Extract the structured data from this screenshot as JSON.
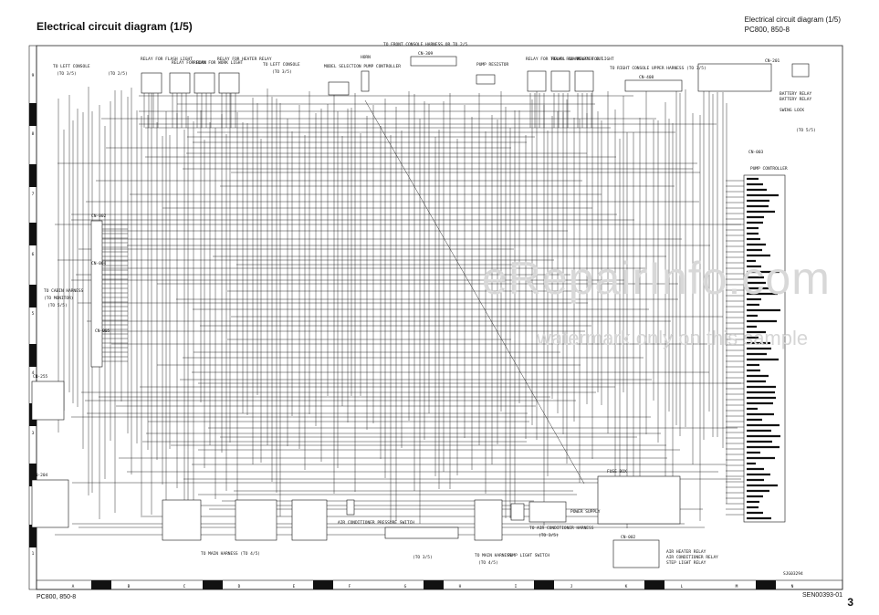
{
  "header": {
    "title": "Electrical circuit diagram (1/5)",
    "right_title": "Electrical circuit diagram (1/5)",
    "right_model": "PC800, 850-8"
  },
  "footer": {
    "model": "PC800, 850-8",
    "code": "SEN00393-01",
    "page": "3",
    "drawing_id": "SJG03294"
  },
  "grid": {
    "columns": [
      "A",
      "B",
      "C",
      "D",
      "E",
      "F",
      "G",
      "H",
      "I",
      "J",
      "K",
      "L",
      "M",
      "N"
    ],
    "rows": [
      "9",
      "8",
      "7",
      "6",
      "5",
      "4",
      "3",
      "2",
      "1"
    ]
  },
  "watermark": {
    "site": "eRepairInfo.com",
    "note": "watermark only on this sample"
  },
  "labels": {
    "left_console": "TO LEFT CONSOLE",
    "left_console_ref": "(TO 3/5)",
    "ref_2_5": "(TO 2/5)",
    "relay_flash": "RELAY FOR FLASH LIGHT",
    "relay_horn": "RELAY FOR HORN",
    "relay_work": "RELAY FOR WORK LIGHT",
    "relay_heater": "RELAY FOR HEATER RELAY",
    "left_console_b": "TO LEFT CONSOLE",
    "left_console_b_ref": "(TO 3/5)",
    "model_selection": "MODEL SELECTION PUMP CONTROLLER",
    "horn": "HORN",
    "front_console": "TO FRONT CONSOLE HARNESS OR TO 2/5",
    "cn_309": "CN-309",
    "pump_resistor": "PUMP RESISTOR",
    "relay_travel": "RELAY FOR TRAVEL ALARM",
    "relay_starter": "RELAY FOR STARTER CUT",
    "relay_light": "RELAY FOR LIGHT",
    "right_console": "TO RIGHT CONSOLE UPPER HARNESS (TO 3/5)",
    "cn_408": "CN-408",
    "cn_201": "CN-201",
    "battery_relay": "BATTERY RELAY",
    "battery_relay2": "BATTERY RELAY",
    "swing_lock": "SWING LOCK",
    "ref_5_5": "(TO 5/5)",
    "cn_003": "CN-003",
    "pump_controller": "PUMP CONTROLLER",
    "cn_002": "CN-002",
    "cabin_harness": "TO CABIN HARNESS",
    "cabin_harness_ref": "(TO MONITOR)",
    "cabin_harness_ref2": "(TO 5/5)",
    "cn_004": "CN-004",
    "cn_005": "CN-005",
    "cn_003b": "CN-003",
    "cn_255": "CN-255",
    "cn_204": "CN-204",
    "main_harness": "TO MAIN HARNESS (TO 4/5)",
    "ac_press": "AIR CONDITIONER PRESSURE SWITCH",
    "ref_3_5": "(TO 3/5)",
    "main_harness2": "TO MAIN HARNESS",
    "main_harness2_ref": "(TO 4/5)",
    "pump_light": "PUMP LIGHT SWITCH",
    "ac_harness": "TO AIR CONDITIONER HARNESS",
    "ac_harness_ref": "(TO 3/5)",
    "power_supply": "POWER SUPPLY",
    "cn_002b": "CN-002",
    "relay_heater_side": "AIR HEATER RELAY",
    "relay_ac": "AIR CONDITIONER RELAY",
    "relay_step": "STEP LIGHT RELAY",
    "fuse_box": "FUSE BOX"
  },
  "colors": {
    "line": "#1a1a1a",
    "border": "#222222",
    "watermark": "#d8d8d8"
  }
}
